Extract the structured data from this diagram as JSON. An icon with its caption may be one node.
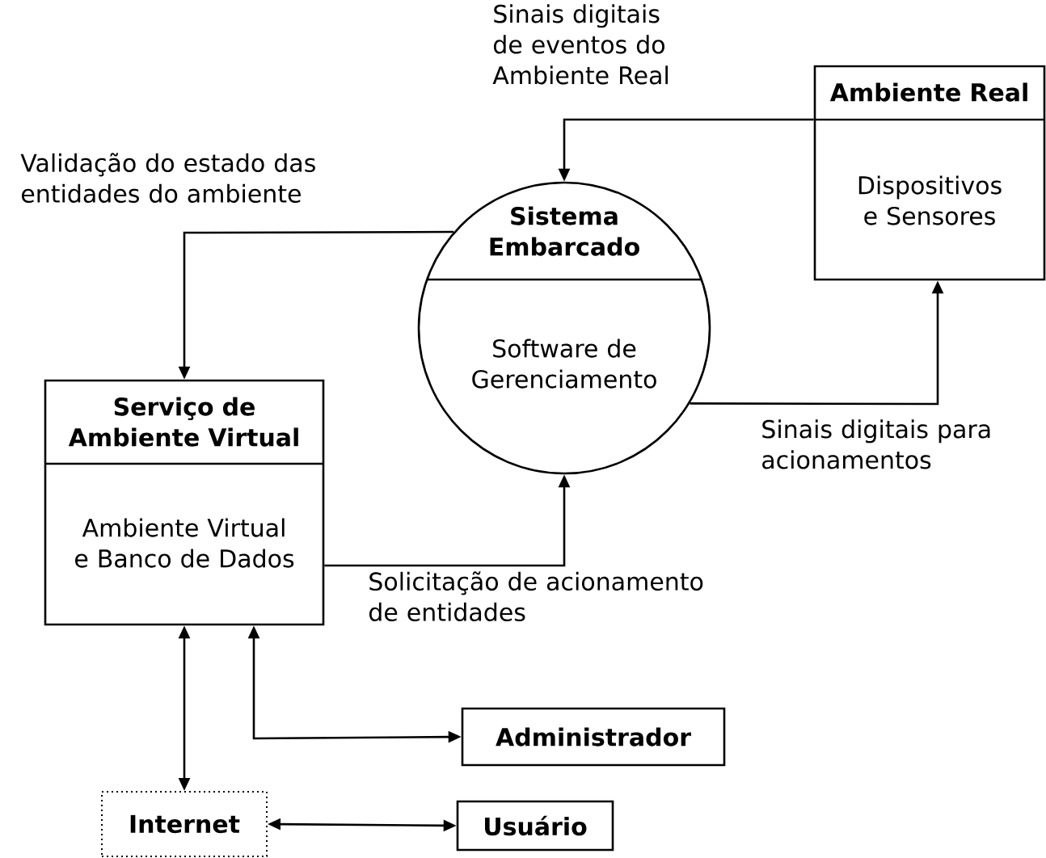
{
  "diagram": {
    "nodes": [
      {
        "text": [
          "Ambiente Real",
          "Dispositivos e Sensores"
        ]
      },
      {
        "text": [
          "Sistema Embarcado",
          "Software de Gerenciamento"
        ]
      },
      {
        "text": [
          "Serviço de Ambiente Virtual",
          "Ambiente Virtual e Banco de Dados"
        ]
      },
      {
        "text": [
          "Administrador"
        ]
      },
      {
        "text": [
          "Internet"
        ]
      },
      {
        "text": [
          "Usuário"
        ]
      }
    ],
    "edges": [
      {
        "from": 0,
        "to": 1,
        "arrow": "to",
        "label": "Sinais digitais de eventos do Ambiente Real"
      },
      {
        "from": 1,
        "to": 2,
        "arrow": "to",
        "label": "Validação do estado das entidades do ambiente"
      },
      {
        "from": 1,
        "to": 0,
        "arrow": "to",
        "label": "Sinais digitais para acionamentos"
      },
      {
        "from": 2,
        "to": 1,
        "arrow": "to",
        "label": "Solicitação de acionamento de entidades"
      },
      {
        "from": 2,
        "to": 4,
        "arrow": "both"
      },
      {
        "from": 2,
        "to": 3,
        "arrow": "both"
      },
      {
        "from": 4,
        "to": 5,
        "arrow": "both"
      }
    ]
  }
}
